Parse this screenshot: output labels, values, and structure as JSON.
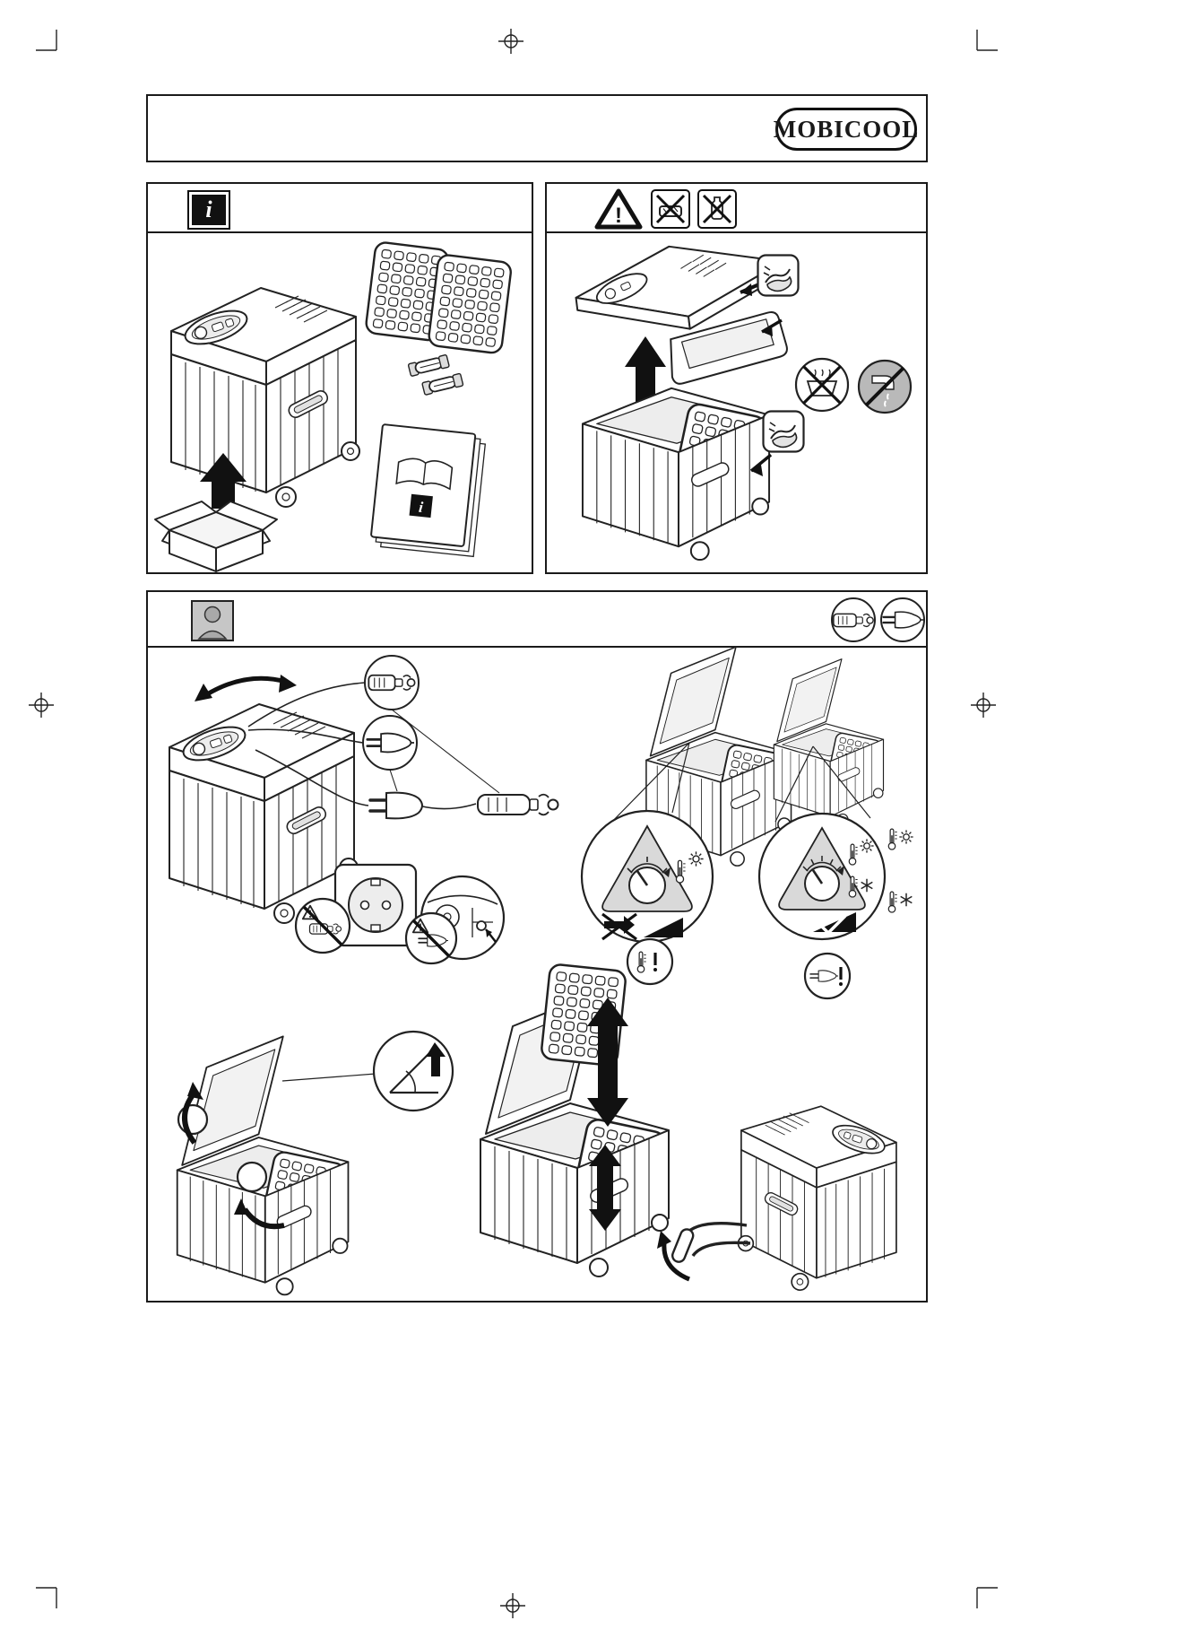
{
  "brand": {
    "name": "MOBICOOL"
  },
  "glyphs": {
    "info": "i",
    "warning": "!",
    "booklet_info": "i"
  },
  "colors": {
    "ink": "#1a1a1a",
    "paper": "#ffffff",
    "icon_gray": "#c6c6c6",
    "dial_gray": "#d9d9d9"
  },
  "icons": {
    "header_icons": [
      "info-icon",
      "warning-triangle-icon",
      "no-scouring-pad-icon",
      "no-solvent-icon",
      "user-icon",
      "dc-plug-circle-icon",
      "ac-plug-circle-icon"
    ],
    "illustrations": [
      "cool-box",
      "ventilation-grates",
      "spare-fuses",
      "instruction-manual",
      "unpacking-arrow",
      "lid-removal",
      "wipe-cloth",
      "no-dishwasher",
      "no-running-water",
      "dc-plug-detail",
      "ac-plug-detail",
      "mains-socket",
      "car-dashboard",
      "temperature-dial-12v",
      "temperature-dial-230v",
      "lid-opening-angle",
      "separator-grate",
      "pull-handle"
    ]
  },
  "sections": {
    "delivery": {
      "id": "scope-of-delivery"
    },
    "cleaning": {
      "id": "cleaning-and-care"
    },
    "operation": {
      "id": "operation"
    }
  }
}
